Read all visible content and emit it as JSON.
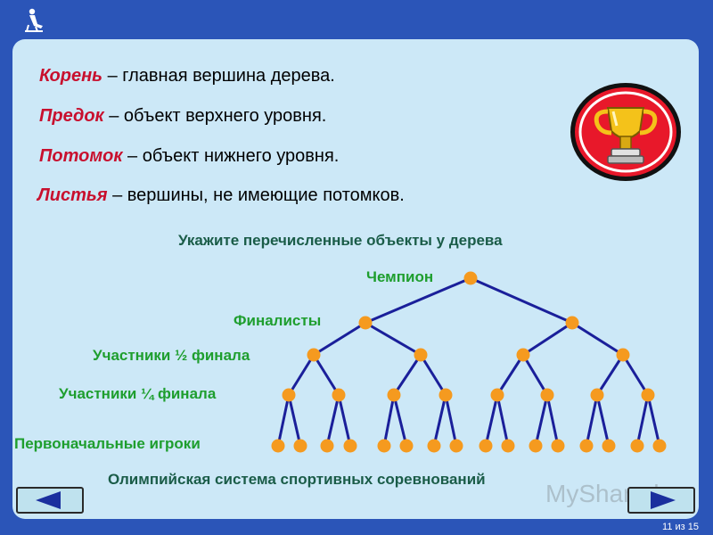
{
  "definitions": [
    {
      "term": "Корень",
      "text": " – главная вершина дерева."
    },
    {
      "term": "Предок",
      "text": " – объект верхнего уровня."
    },
    {
      "term": "Потомок",
      "text": " – объект нижнего уровня."
    },
    {
      "term": "Листья",
      "text": " – вершины, не имеющие потомков."
    }
  ],
  "prompt": "Укажите перечисленные объекты у дерева",
  "levels": {
    "champion": "Чемпион",
    "finalists": "Финалисты",
    "semifinal": "Участники ½ финала",
    "quarterfinal": "Участники ¼ финала",
    "initial": "Первоначальные игроки"
  },
  "caption": "Олимпийская система спортивных соревнований",
  "pager": "11 из 15",
  "watermark": "MyShared",
  "colors": {
    "node": "#f59a1f",
    "edge": "#1a1f9a",
    "term": "#c8102e",
    "level_label": "#1e9e2e",
    "heading": "#1a5c48",
    "frame": "#2b55b8",
    "panel": "#cce8f7"
  },
  "icons": {
    "trophy": "trophy-icon",
    "back": "back-arrow-icon",
    "forward": "forward-arrow-icon",
    "logo": "logo-icon"
  }
}
